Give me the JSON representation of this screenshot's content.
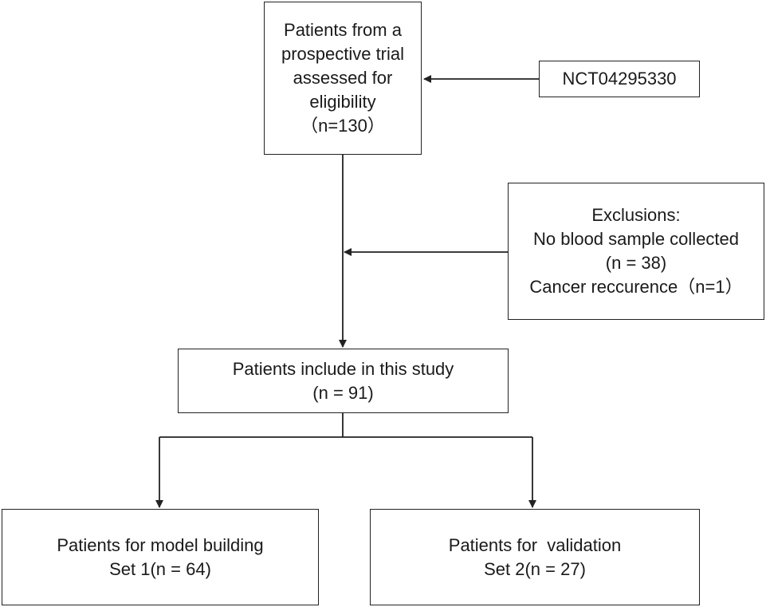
{
  "boxes": {
    "assessed": {
      "lines": [
        "Patients from a",
        "prospective trial",
        "assessed for",
        "eligibility",
        "（n=130）"
      ]
    },
    "trial_id": {
      "text": "NCT04295330"
    },
    "exclusions": {
      "lines": [
        "Exclusions:",
        "No blood sample collected",
        "(n = 38)",
        "Cancer reccurence（n=1）"
      ]
    },
    "included": {
      "lines": [
        "Patients include in this study",
        "(n = 91)"
      ]
    },
    "model_building": {
      "lines": [
        "Patients for model building",
        "Set 1(n = 64)"
      ]
    },
    "validation": {
      "lines": [
        "Patients for  validation",
        "Set 2(n = 27)"
      ]
    }
  },
  "colors": {
    "stroke": "#222222",
    "background": "#ffffff"
  }
}
